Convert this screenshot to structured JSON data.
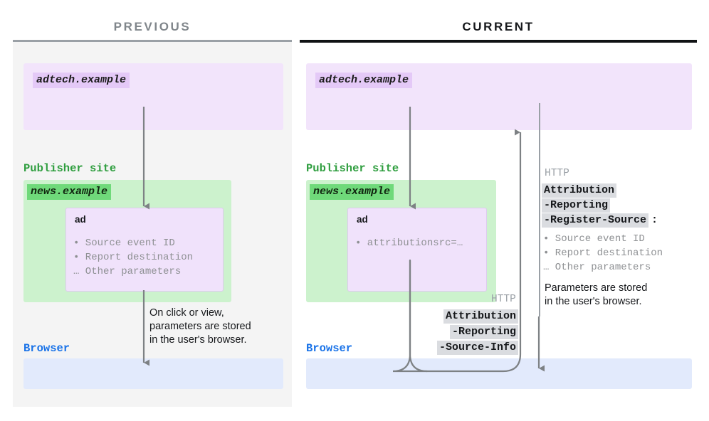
{
  "columns": {
    "previous": {
      "title": "PREVIOUS"
    },
    "current": {
      "title": "CURRENT"
    }
  },
  "previous": {
    "adtech_chip": "adtech.example",
    "publisher_label": "Publisher site",
    "news_chip": "news.example",
    "ad_title": "ad",
    "ad_params": "• Source event ID\n• Report destination\n… Other parameters",
    "browser_label": "Browser",
    "note": "On click or view,\nparameters are stored\nin the user's browser."
  },
  "current": {
    "adtech_chip": "adtech.example",
    "publisher_label": "Publisher site",
    "news_chip": "news.example",
    "ad_title": "ad",
    "ad_params": "• attributionsrc=…",
    "browser_label": "Browser",
    "note": "Parameters are stored\nin the user's browser.",
    "request_header": {
      "protocol": "HTTP",
      "line1": "Attribution",
      "line2": "-Reporting",
      "line3": "-Source-Info"
    },
    "response_header": {
      "protocol": "HTTP",
      "line1": "Attribution",
      "line2": "-Reporting",
      "line3": "-Register-Source",
      "colon": ":",
      "params": "• Source event ID\n• Report destination\n… Other parameters"
    }
  },
  "colors": {
    "panel_background": "#f4f4f4",
    "purple_region": "#f2e4fb",
    "purple_chip": "#e4c9f7",
    "green_region": "#ccf2cd",
    "green_chip": "#6fd97a",
    "blue_region": "#e2eafc",
    "ad_box": "#f0e2fb",
    "arrow_gray": "#7d8184",
    "label_green": "#2f9e3f",
    "label_blue": "#1a73e8",
    "highlight_gray": "#dadce0",
    "rule_previous": "#9aa0a6",
    "rule_current": "#101214"
  }
}
